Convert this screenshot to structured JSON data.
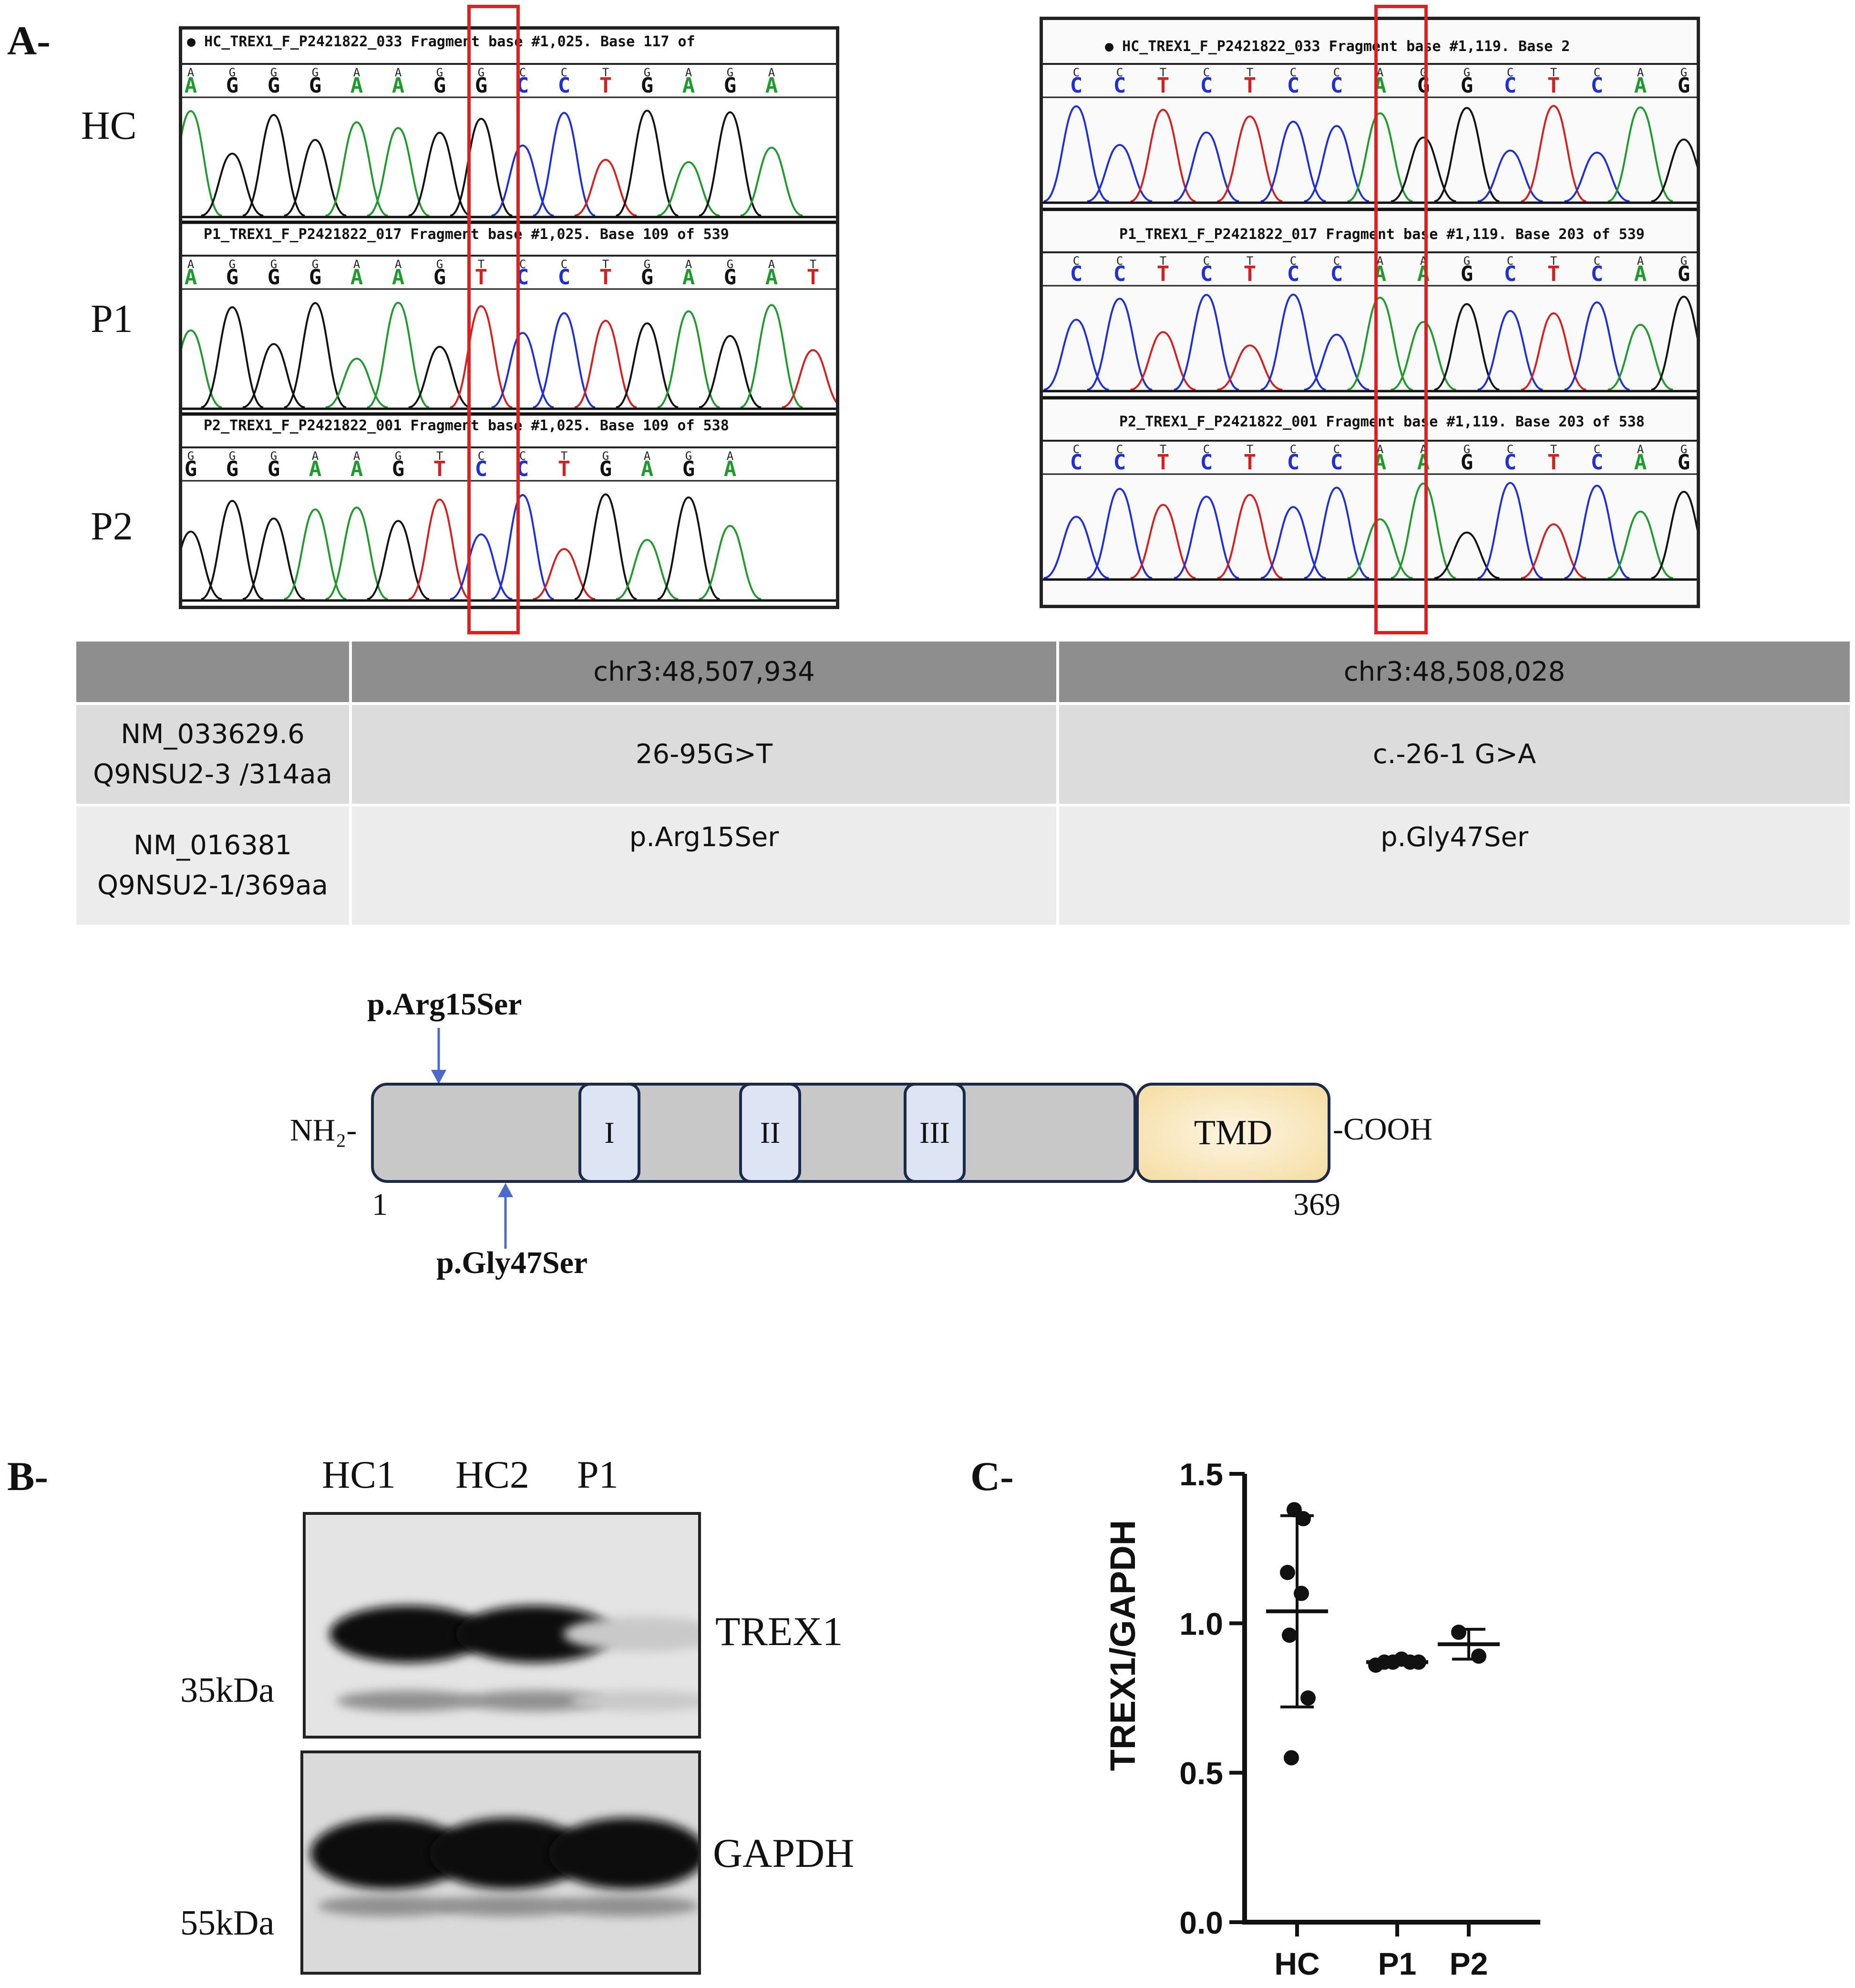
{
  "panel_labels": {
    "a": "A-",
    "b": "B-",
    "c": "C-"
  },
  "chromatogram_rows": [
    "HC",
    "P1",
    "P2"
  ],
  "chromatograms_left": [
    {
      "title": "● HC_TREX1_F_P2421822_033 Fragment base #1,025. Base 117 of",
      "bases": [
        "A",
        "G",
        "G",
        "G",
        "A",
        "A",
        "G",
        "G",
        "C",
        "C",
        "T",
        "G",
        "A",
        "G",
        "A"
      ]
    },
    {
      "title": "P1_TREX1_F_P2421822_017 Fragment base #1,025. Base 109 of 539",
      "bases": [
        "A",
        "G",
        "G",
        "G",
        "A",
        "A",
        "G",
        "T",
        "C",
        "C",
        "T",
        "G",
        "A",
        "G",
        "A",
        "T"
      ]
    },
    {
      "title": "P2_TREX1_F_P2421822_001 Fragment base #1,025. Base 109 of 538",
      "bases": [
        "G",
        "G",
        "G",
        "A",
        "A",
        "G",
        "T",
        "C",
        "C",
        "T",
        "G",
        "A",
        "G",
        "A"
      ]
    }
  ],
  "chromatograms_right": [
    {
      "title": "● HC_TREX1_F_P2421822_033 Fragment base #1,119. Base 2",
      "bases": [
        "C",
        "C",
        "T",
        "C",
        "T",
        "C",
        "C",
        "A",
        "G",
        "G",
        "C",
        "T",
        "C",
        "A",
        "G"
      ]
    },
    {
      "title": "P1_TREX1_F_P2421822_017 Fragment base #1,119. Base 203 of 539",
      "bases": [
        "C",
        "C",
        "T",
        "C",
        "T",
        "C",
        "C",
        "A",
        "A",
        "G",
        "C",
        "T",
        "C",
        "A",
        "G"
      ]
    },
    {
      "title": "P2_TREX1_F_P2421822_001 Fragment base #1,119. Base 203 of 538",
      "bases": [
        "C",
        "C",
        "T",
        "C",
        "T",
        "C",
        "C",
        "A",
        "A",
        "G",
        "C",
        "T",
        "C",
        "A",
        "G"
      ]
    }
  ],
  "base_colors": {
    "A": "#1f9a2c",
    "C": "#1f2fd6",
    "G": "#111111",
    "T": "#d62020"
  },
  "variant_table": {
    "header": [
      "",
      "chr3:48,507,934",
      "chr3:48,508,028"
    ],
    "rows": [
      {
        "transcript": [
          "NM_033629.6",
          "Q9NSU2-3 /314aa"
        ],
        "v1": "26-95G>T",
        "v2": "c.-26-1 G>A"
      },
      {
        "transcript": [
          "NM_016381",
          "Q9NSU2-1/369aa"
        ],
        "v1": "p.Arg15Ser",
        "v2": "p.Gly47Ser"
      }
    ]
  },
  "protein_diagram": {
    "n_term": "NH₂-",
    "c_term": "-COOH",
    "start": "1",
    "end": "369",
    "domains": [
      "I",
      "II",
      "III"
    ],
    "tmd": "TMD",
    "mutation_top": "p.Arg15Ser",
    "mutation_bottom": "p.Gly47Ser"
  },
  "western_blot": {
    "lanes": [
      "HC1",
      "HC2",
      "P1"
    ],
    "trex1_label": "TREX1",
    "gapdh_label": "GAPDH",
    "mw_top": "35kDa",
    "mw_bottom": "55kDa",
    "trex1_relative_intensity": [
      1.0,
      1.0,
      0.15
    ],
    "gapdh_relative_intensity": [
      1.0,
      1.0,
      1.0
    ]
  },
  "chart_data": {
    "type": "scatter",
    "title": "",
    "xlabel": "",
    "ylabel": "TREX1/GAPDH",
    "categories": [
      "HC",
      "P1",
      "P2"
    ],
    "ylim": [
      0,
      1.5
    ],
    "yticks": [
      "0.0",
      "0.5",
      "1.0",
      "1.5"
    ],
    "points": [
      {
        "category": "HC",
        "values": [
          1.38,
          1.35,
          1.17,
          1.1,
          0.96,
          0.75,
          0.55
        ]
      },
      {
        "category": "P1",
        "values": [
          0.86,
          0.87,
          0.87,
          0.88,
          0.87,
          0.87
        ]
      },
      {
        "category": "P2",
        "values": [
          0.97,
          0.89
        ]
      }
    ],
    "mean": [
      1.04,
      0.87,
      0.93
    ],
    "sd": [
      0.32,
      0.01,
      0.05
    ]
  }
}
